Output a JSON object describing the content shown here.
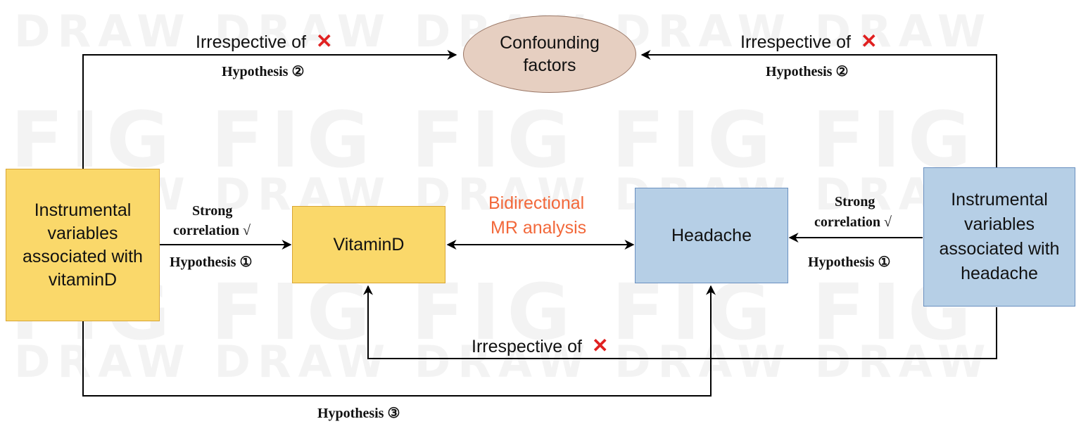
{
  "watermark": {
    "line1": "DRAW",
    "line2": "FIG"
  },
  "nodes": {
    "confounding": "Confounding factors",
    "iv_vitd": "Instrumental variables associated with vitaminD",
    "vitd": "VitaminD",
    "headache": "Headache",
    "iv_headache": "Instrumental variables associated with headache"
  },
  "labels": {
    "irrespective": "Irrespective of",
    "cross_mark": "✕",
    "hyp1": "Hypothesis ①",
    "hyp2": "Hypothesis ②",
    "hyp3": "Hypothesis ③",
    "strong": "Strong",
    "correlation": "correlation √",
    "bidir1": "Bidirectional",
    "bidir2": "MR analysis"
  },
  "colors": {
    "yellow_fill": "#fad86a",
    "blue_fill": "#b6cfe6",
    "ellipse_fill": "#e6cfc1",
    "cross": "#e02020",
    "bidirectional_text": "#f2683a"
  }
}
